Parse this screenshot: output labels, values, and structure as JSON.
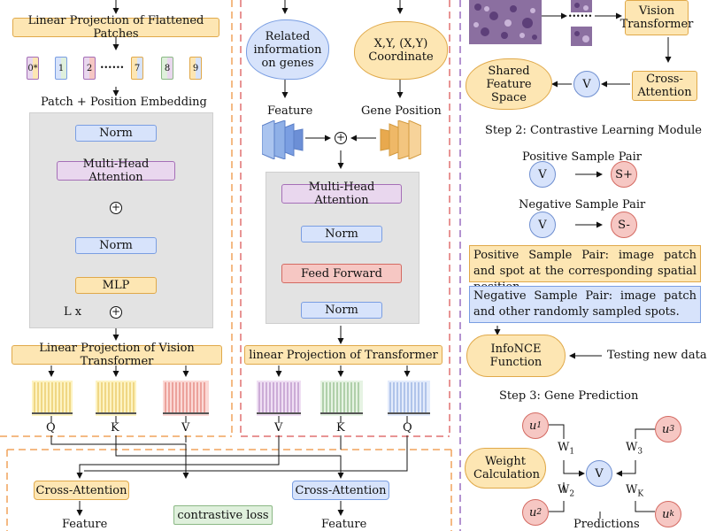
{
  "left": {
    "linear_proj_flat": "Linear Projection of Flattened Patches",
    "patches": [
      "0*",
      "1",
      "2",
      "7",
      "8",
      "9"
    ],
    "patch_colors": [
      "#e9d7ee",
      "#d7e3fb",
      "#e9d7ee",
      "#fde6b3",
      "#dff0dc",
      "#fde6b3"
    ],
    "dots": "......",
    "patch_pos_label": "Patch + Position Embedding",
    "norm1": "Norm",
    "mha": "Multi-Head Attention",
    "norm2": "Norm",
    "mlp": "MLP",
    "lx": "L x",
    "linear_proj_vt": "Linear Projection of Vision Transformer",
    "q": "Q",
    "k": "K",
    "v": "V",
    "cross_attention": "Cross-Attention",
    "feature": "Feature"
  },
  "middle": {
    "cloud_genes": "Related information on genes",
    "cloud_coord": "X,Y, (X,Y) Coordinate",
    "feature_label": "Feature",
    "gene_position_label": "Gene Position",
    "mha": "Multi-Head Attention",
    "norm1": "Norm",
    "feed_forward": "Feed Forward",
    "norm2": "Norm",
    "linear_proj_t": "linear Projection of  Transformer",
    "v": "V",
    "k": "K",
    "q": "Q",
    "cross_attention": "Cross-Attention",
    "feature": "Feature",
    "contrastive_loss": "contrastive loss"
  },
  "right": {
    "vision_transformer": "Vision Transformer",
    "dots": "......",
    "shared_feature_space": "Shared Feature Space",
    "v": "V",
    "cross_attention": "Cross-Attention",
    "step2": "Step 2: Contrastive Learning Module",
    "positive_pair": "Positive Sample Pair",
    "s_plus": "S+",
    "negative_pair": "Negative Sample Pair",
    "s_minus": "S-",
    "positive_note": "Positive Sample Pair: image patch and spot at the corresponding spatial position.",
    "negative_note": "Negative Sample Pair: image patch and other randomly sampled spots.",
    "infonce": "InfoNCE Function",
    "testing": "Testing new data",
    "step3": "Step 3: Gene Prediction",
    "u1": "u1",
    "u2": "u2",
    "u3": "u3",
    "uk": "uk",
    "w1": "W1",
    "w2": "W2",
    "w3": "W3",
    "wk": "WK",
    "weight_calc": "Weight Calculation",
    "predictions": "Predictions"
  },
  "colors": {
    "orange_dash": "#f0a35c",
    "red_dash": "#e07070",
    "purple_dash": "#9a6fc0"
  }
}
